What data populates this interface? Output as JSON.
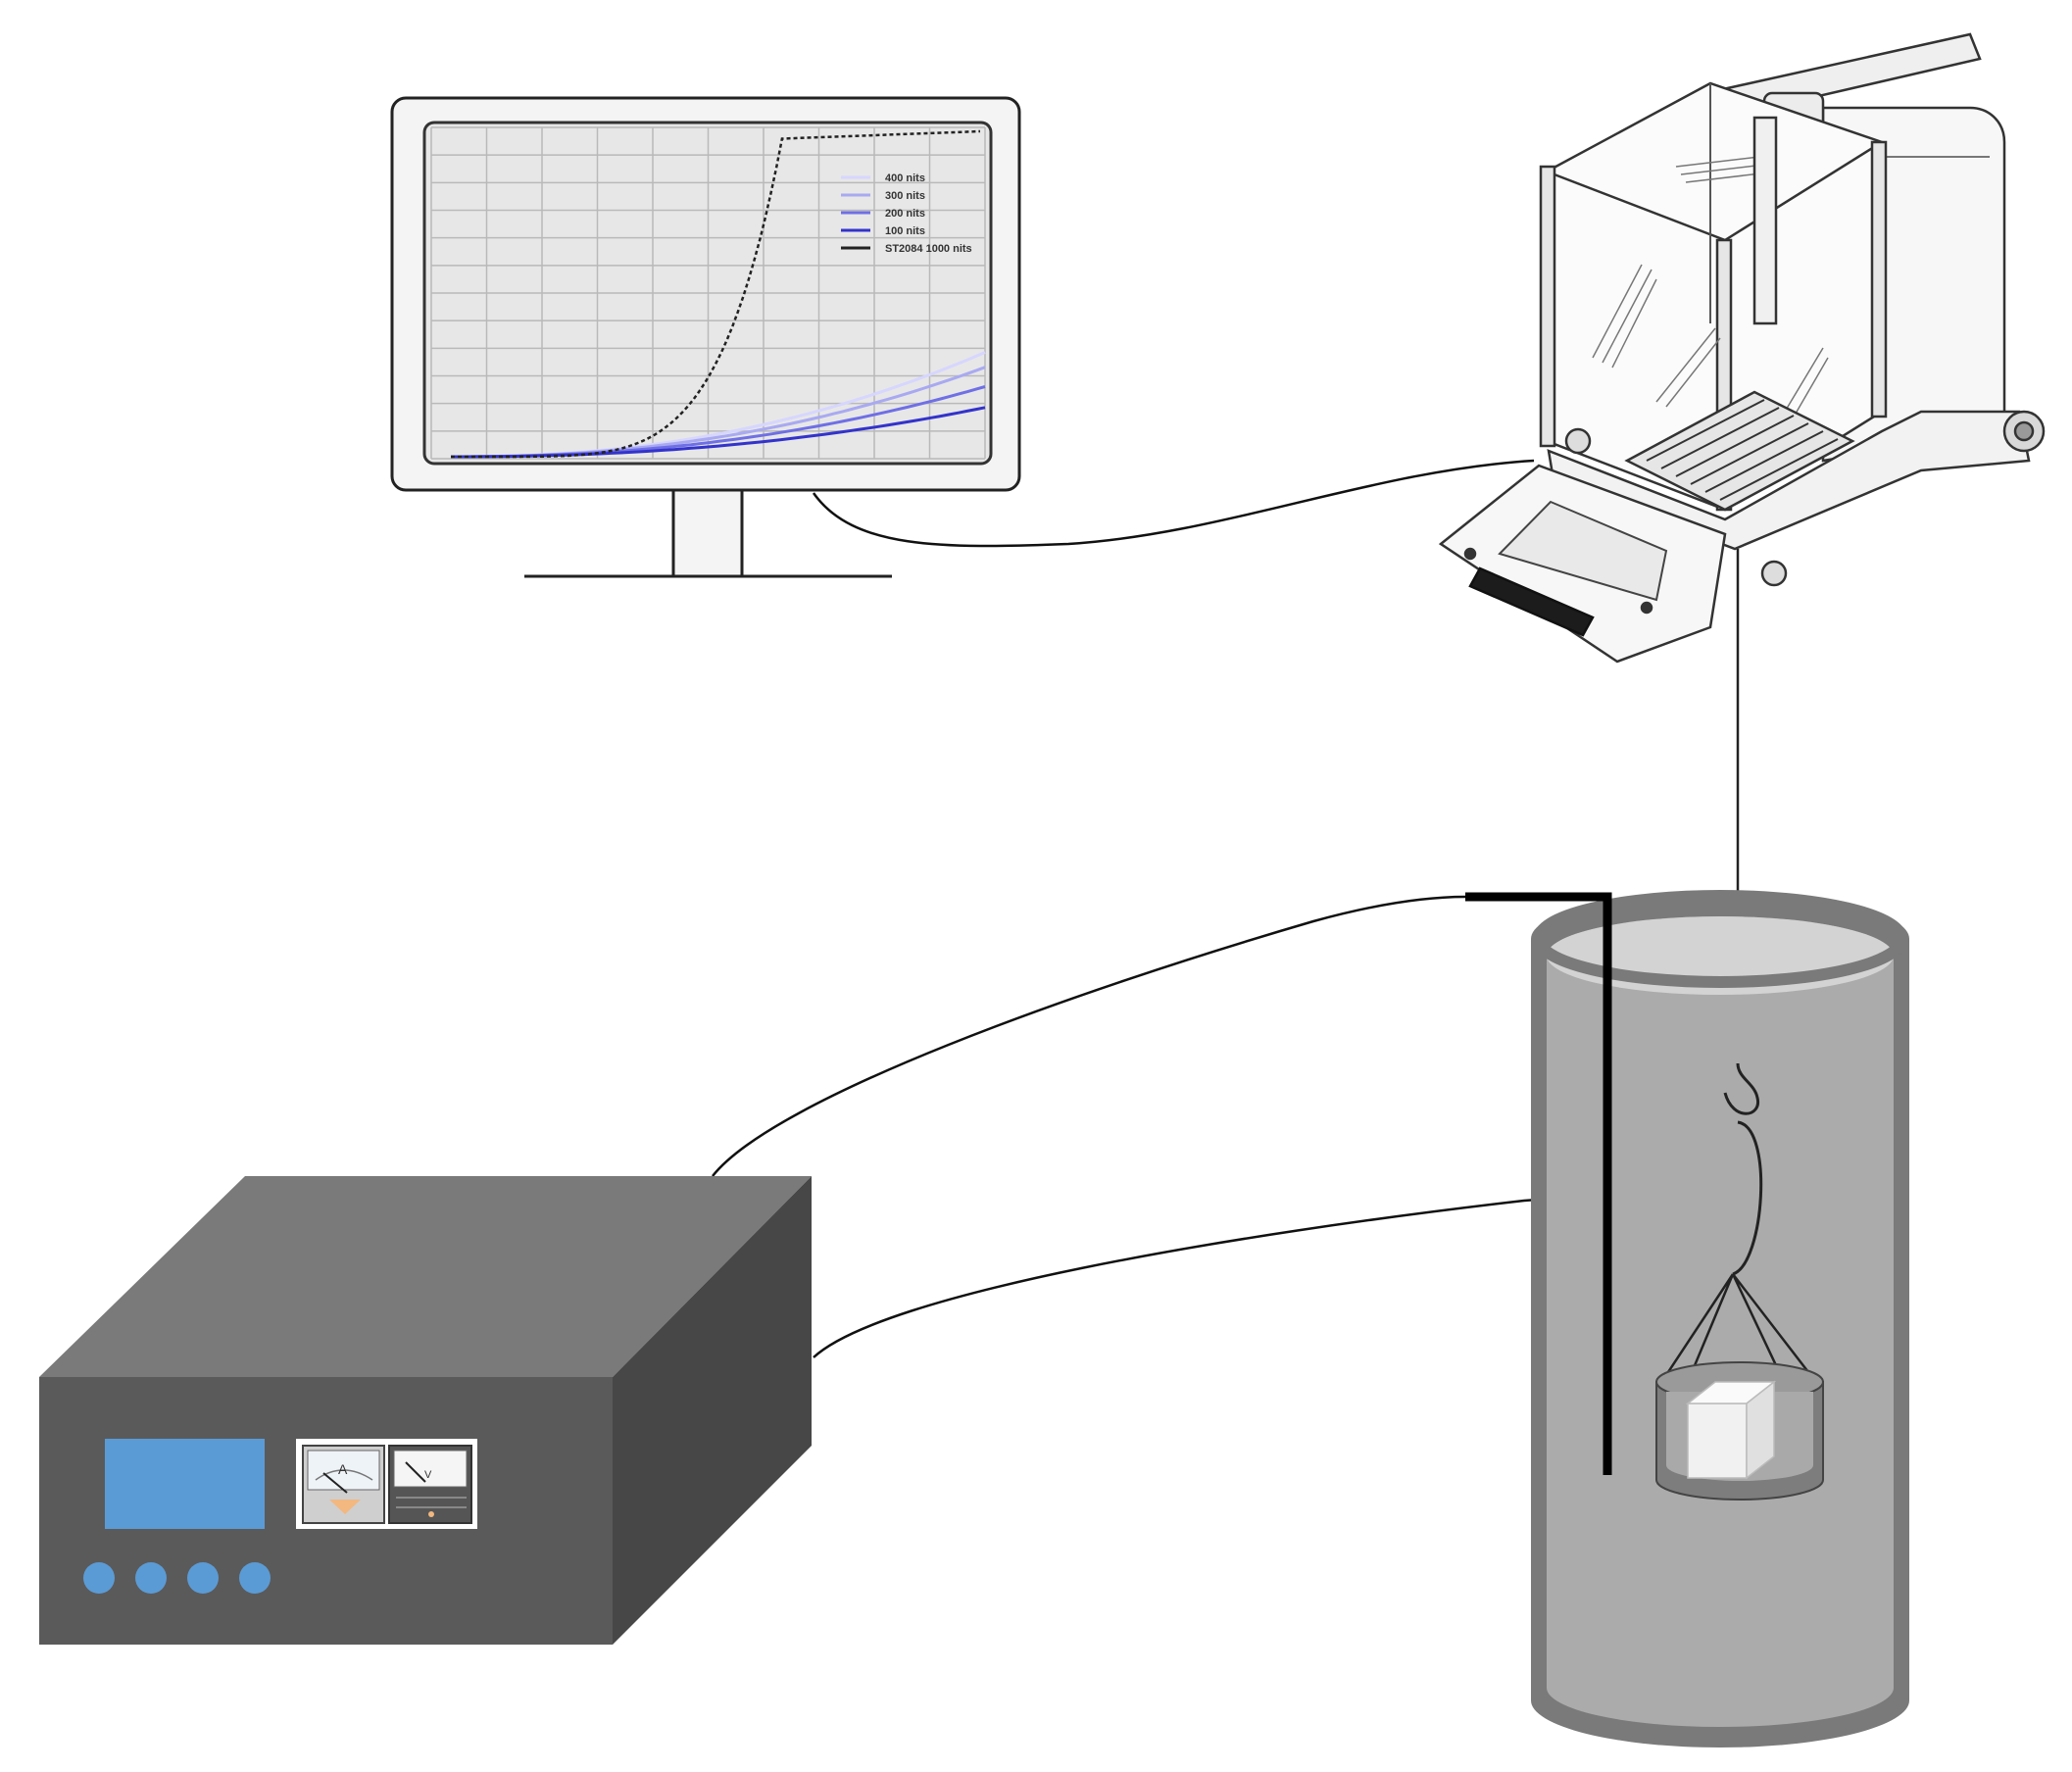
{
  "monitor": {
    "legend": [
      {
        "label": "400 nits",
        "color": "#d6d6ff"
      },
      {
        "label": "300 nits",
        "color": "#a9a9f2"
      },
      {
        "label": "200 nits",
        "color": "#6f6fe6"
      },
      {
        "label": "100 nits",
        "color": "#3333cc"
      },
      {
        "label": "ST2084 1000 nits",
        "color": "#222222"
      }
    ]
  },
  "power_supply": {
    "ammeter_label": "A",
    "voltmeter_label": "V",
    "display_color": "#5b9bd5",
    "button_color": "#5b9bd5"
  }
}
